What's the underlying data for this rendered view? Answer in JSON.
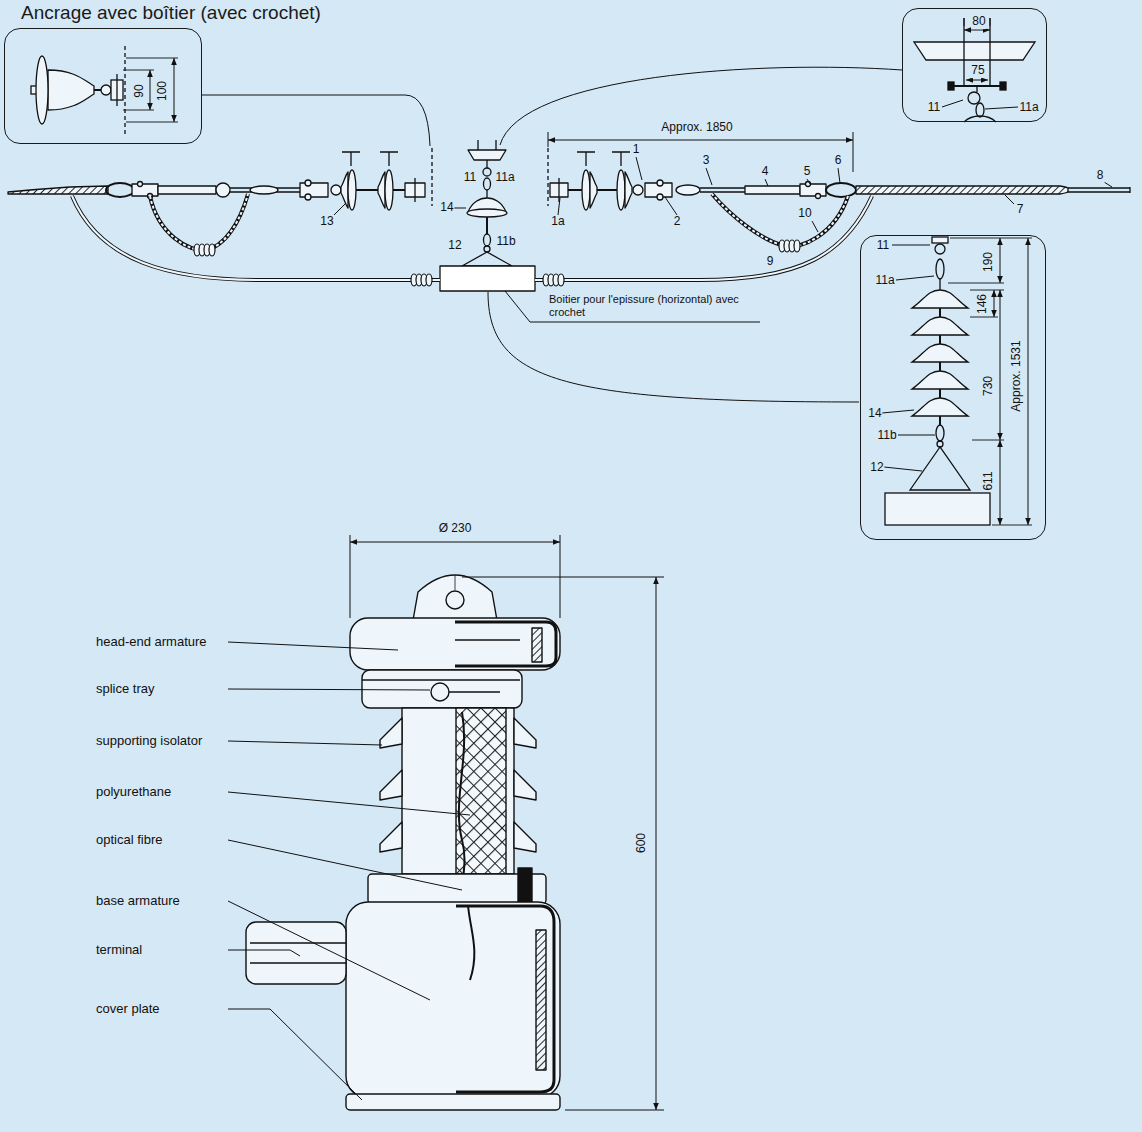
{
  "diagram": {
    "title": "Ancrage avec boîtier (avec crochet)",
    "nodes": [
      {
        "text": [
          "90",
          "100"
        ]
      },
      {
        "text": [
          "80",
          "75",
          "11",
          "11a"
        ]
      },
      {
        "text": [
          "11",
          "11a",
          "190",
          "146",
          "14",
          "730",
          "Approx. 1531",
          "11b",
          "12",
          "611"
        ]
      }
    ],
    "labels": [
      "11",
      "11a",
      "14",
      "12",
      "11b",
      "13",
      "1a",
      "1",
      "2",
      "3",
      "4",
      "5",
      "6",
      "7",
      "8",
      "9",
      "10",
      "Approx. 1850",
      "Boitier pour l'epissure (horizontal) avec crochet",
      "Ø 230",
      "600",
      "head-end armature",
      "splice tray",
      "supporting isolator",
      "polyurethane",
      "optical fibre",
      "base armature",
      "terminal",
      "cover plate"
    ]
  }
}
